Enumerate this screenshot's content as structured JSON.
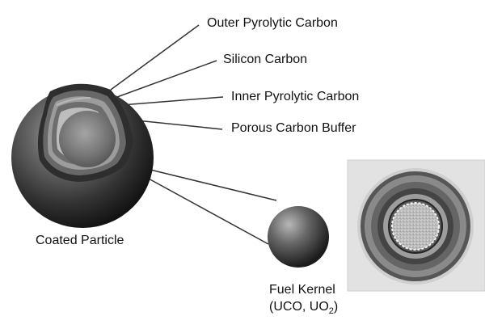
{
  "labels": {
    "outer_pyrolytic_carbon": "Outer Pyrolytic Carbon",
    "silicon_carbon": "Silicon Carbon",
    "inner_pyrolytic_carbon": "Inner Pyrolytic Carbon",
    "porous_carbon_buffer": "Porous Carbon Buffer",
    "coated_particle": "Coated Particle",
    "fuel_kernel": "Fuel Kernel",
    "fuel_kernel_formula_open": "(UCO, UO",
    "fuel_kernel_formula_sub": "2",
    "fuel_kernel_formula_close": ")"
  },
  "colors": {
    "outer_shell": "#2f2f2f",
    "outer_pyrolytic_layer": "#6a6a6a",
    "silicon_carbon_layer": "#9a9a9a",
    "inner_pyrolytic_layer": "#6f6f6f",
    "buffer_layer": "#b9b9b9",
    "kernel": "#6b6b6b",
    "photo_background": "#dedede"
  }
}
